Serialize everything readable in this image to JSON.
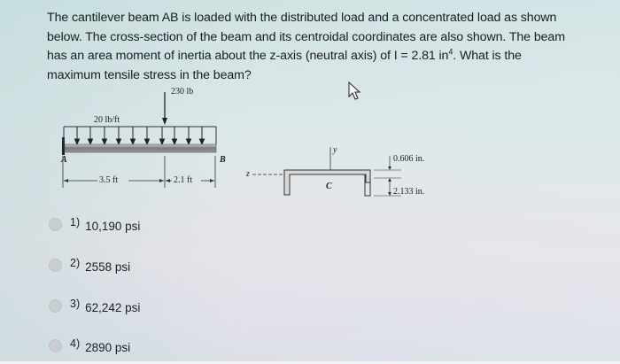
{
  "question": {
    "line1": "The cantilever beam AB is loaded with the distributed load and a concentrated load as shown",
    "line2": "below. The cross-section of the beam and its centroidal coordinates are also shown. The beam",
    "line3_pre": "has an area moment of inertia about the z-axis (neutral axis) of I = 2.81 in",
    "line3_sup": "4",
    "line3_post": ".  What is the",
    "line4": "maximum tensile stress in the beam?"
  },
  "beam_diagram": {
    "concentrated_load": "230 lb",
    "distributed_load": "20 lb/ft",
    "support_label": "A",
    "free_end_label": "B",
    "dim_left": "3.5 ft",
    "dim_right": "2.1 ft"
  },
  "cross_section": {
    "y_axis_label": "y",
    "z_axis_label": "z",
    "centroid_label": "C",
    "top_dim": "0.606 in.",
    "bottom_dim": "2.133 in."
  },
  "options": [
    {
      "number": "1)",
      "value": "10,190 psi",
      "selected": false
    },
    {
      "number": "2)",
      "value": "2558 psi",
      "selected": false
    },
    {
      "number": "3)",
      "value": "62,242 psi",
      "selected": false
    },
    {
      "number": "4)",
      "value": "2890 psi",
      "selected": false
    }
  ],
  "colors": {
    "background_top": "#cfe3e3",
    "background_bottom": "#dcdfe9",
    "text": "#1a1d20",
    "radio_fill": "#c9cdcf",
    "beam_fill": "#8a8a8a"
  }
}
